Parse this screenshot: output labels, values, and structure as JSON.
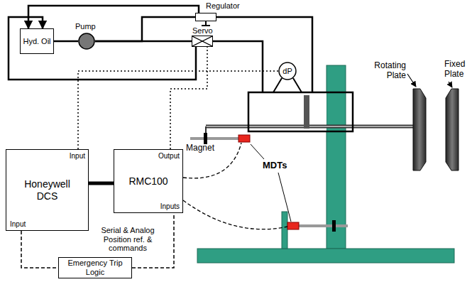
{
  "diagram": {
    "nodes": [
      {
        "text": [
          "Hyd. Oil"
        ]
      },
      {
        "text": [
          "Pump"
        ]
      },
      {
        "text": [
          "Regulator"
        ]
      },
      {
        "text": [
          "Servo"
        ]
      },
      {
        "text": [
          "dP"
        ]
      },
      {
        "text": [
          "Honeywell DCS",
          "Input",
          "Input"
        ]
      },
      {
        "text": [
          "RMC100",
          "Output",
          "Inputs"
        ]
      },
      {
        "text": [
          "Emergency Trip Logic"
        ]
      }
    ],
    "edges": [
      {
        "from": 0,
        "to": 1,
        "arrow": "none"
      },
      {
        "from": 1,
        "to": 3,
        "arrow": "none"
      },
      {
        "from": 1,
        "to": 2,
        "arrow": "none"
      },
      {
        "from": 2,
        "to": 0,
        "arrow": "to"
      },
      {
        "from": 3,
        "to": 0,
        "arrow": "to"
      },
      {
        "from": 6,
        "to": 3,
        "arrow": "none"
      },
      {
        "from": 4,
        "to": 5,
        "arrow": "none"
      },
      {
        "from": 5,
        "to": 6,
        "arrow": "none",
        "label": "Serial & Analog Position ref. & commands"
      },
      {
        "from": 5,
        "to": 7,
        "arrow": "none"
      },
      {
        "from": 7,
        "to": 6,
        "arrow": "none"
      }
    ],
    "labels": [
      "Magnet",
      "MDTs",
      "Rotating Plate",
      "Fixed Plate"
    ]
  }
}
